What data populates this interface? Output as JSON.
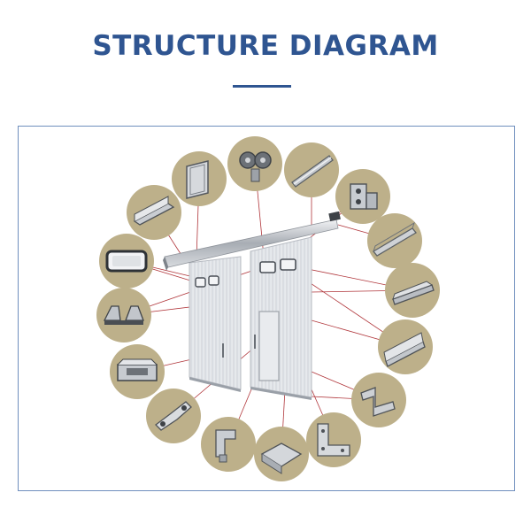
{
  "header": {
    "title": "STRUCTURE DIAGRAM",
    "accent_color": "#2f5591"
  },
  "diagram": {
    "frame_color": "#6f8fbe",
    "circle_color": "#bdb08a",
    "leader_color": "#b0353a",
    "components": [
      {
        "id": "bracket-u",
        "icon": "u-channel-bracket-icon"
      },
      {
        "id": "roller-hanger",
        "icon": "roller-hanger-icon"
      },
      {
        "id": "track-rail",
        "icon": "track-rail-icon"
      },
      {
        "id": "mount-plate",
        "icon": "mounting-plate-icon"
      },
      {
        "id": "rail-profile",
        "icon": "rail-profile-icon"
      },
      {
        "id": "seal-strip",
        "icon": "seal-strip-icon"
      },
      {
        "id": "guide-channel",
        "icon": "guide-channel-icon"
      },
      {
        "id": "z-bracket",
        "icon": "z-bracket-icon"
      },
      {
        "id": "corner-plate",
        "icon": "corner-plate-icon"
      },
      {
        "id": "angle-bracket",
        "icon": "angle-bracket-icon"
      },
      {
        "id": "l-bracket",
        "icon": "l-bracket-icon"
      },
      {
        "id": "pull-handle",
        "icon": "pull-handle-icon"
      },
      {
        "id": "floor-plate",
        "icon": "floor-plate-icon"
      },
      {
        "id": "floor-guide",
        "icon": "floor-guide-icon"
      },
      {
        "id": "window-frame",
        "icon": "window-frame-icon"
      },
      {
        "id": "angle-profile",
        "icon": "angle-profile-icon"
      }
    ]
  }
}
